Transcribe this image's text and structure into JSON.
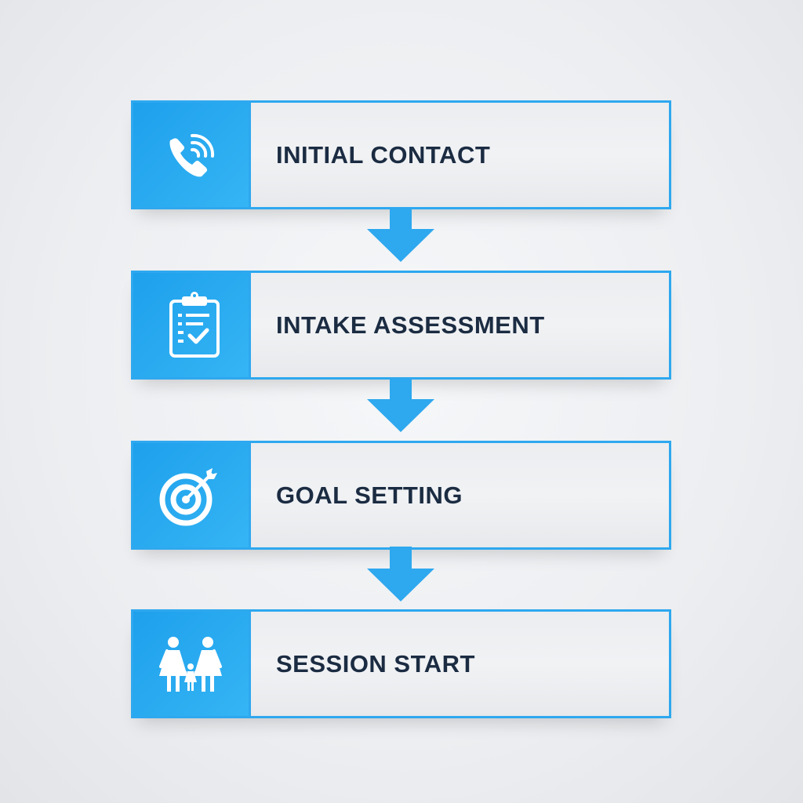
{
  "flowchart": {
    "steps": [
      {
        "label": "INITIAL CONTACT",
        "icon": "phone-icon"
      },
      {
        "label": "INTAKE ASSESSMENT",
        "icon": "clipboard-check-icon"
      },
      {
        "label": "GOAL SETTING",
        "icon": "target-icon"
      },
      {
        "label": "SESSION START",
        "icon": "family-icon"
      }
    ],
    "connector": "arrow-down-icon"
  },
  "colors": {
    "accent": "#2ea8ef",
    "text": "#1b2c42",
    "box_bg": "#e9ebee",
    "page_bg": "#eceef1"
  }
}
